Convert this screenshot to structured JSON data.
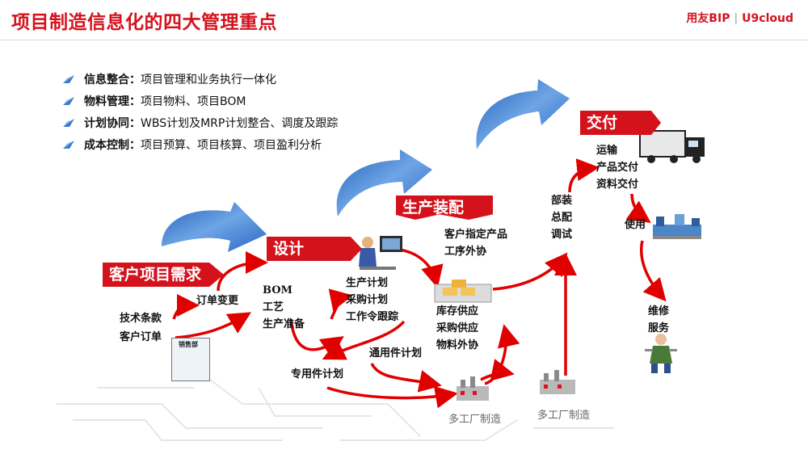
{
  "header": {
    "title": "项目制造信息化的四大管理重点",
    "logo_brand": "用友BIP",
    "logo_product": "U9cloud"
  },
  "bullets": [
    {
      "head": "信息整合：",
      "text": "项目管理和业务执行一体化"
    },
    {
      "head": "物料管理：",
      "text": " 项目物料、项目BOM"
    },
    {
      "head": "计划协同：",
      "text": "WBS计划及MRP计划整合、调度及跟踪"
    },
    {
      "head": "成本控制：",
      "text": "项目预算、项目核算、项目盈利分析"
    }
  ],
  "stages": {
    "customer": "客户项目需求",
    "design": "设计",
    "production": "生产装配",
    "delivery": "交付"
  },
  "labels": {
    "tech_terms": "技术条款",
    "customer_order": "客户订单",
    "order_change": "订单变更",
    "sales_dept": "销售部",
    "bom": "BOM\n工艺\n生产准备",
    "plans": "生产计划\n采购计划\n工作令跟踪",
    "general_parts": "通用件计划",
    "special_parts": "专用件计划",
    "customer_assign": "客户指定产品\n工序外协",
    "supply": "库存供应\n采购供应\n物料外协",
    "factory1": "多工厂制造",
    "factory2": "多工厂制造",
    "assembly": "部装\n总配\n调试",
    "transport": "运输\n产品交付\n资料交付",
    "use": "使用",
    "repair": "维修\n服务"
  },
  "colors": {
    "brand": "#d4121c",
    "flow": "#e00000",
    "big_arrow": "#3a78c8"
  }
}
